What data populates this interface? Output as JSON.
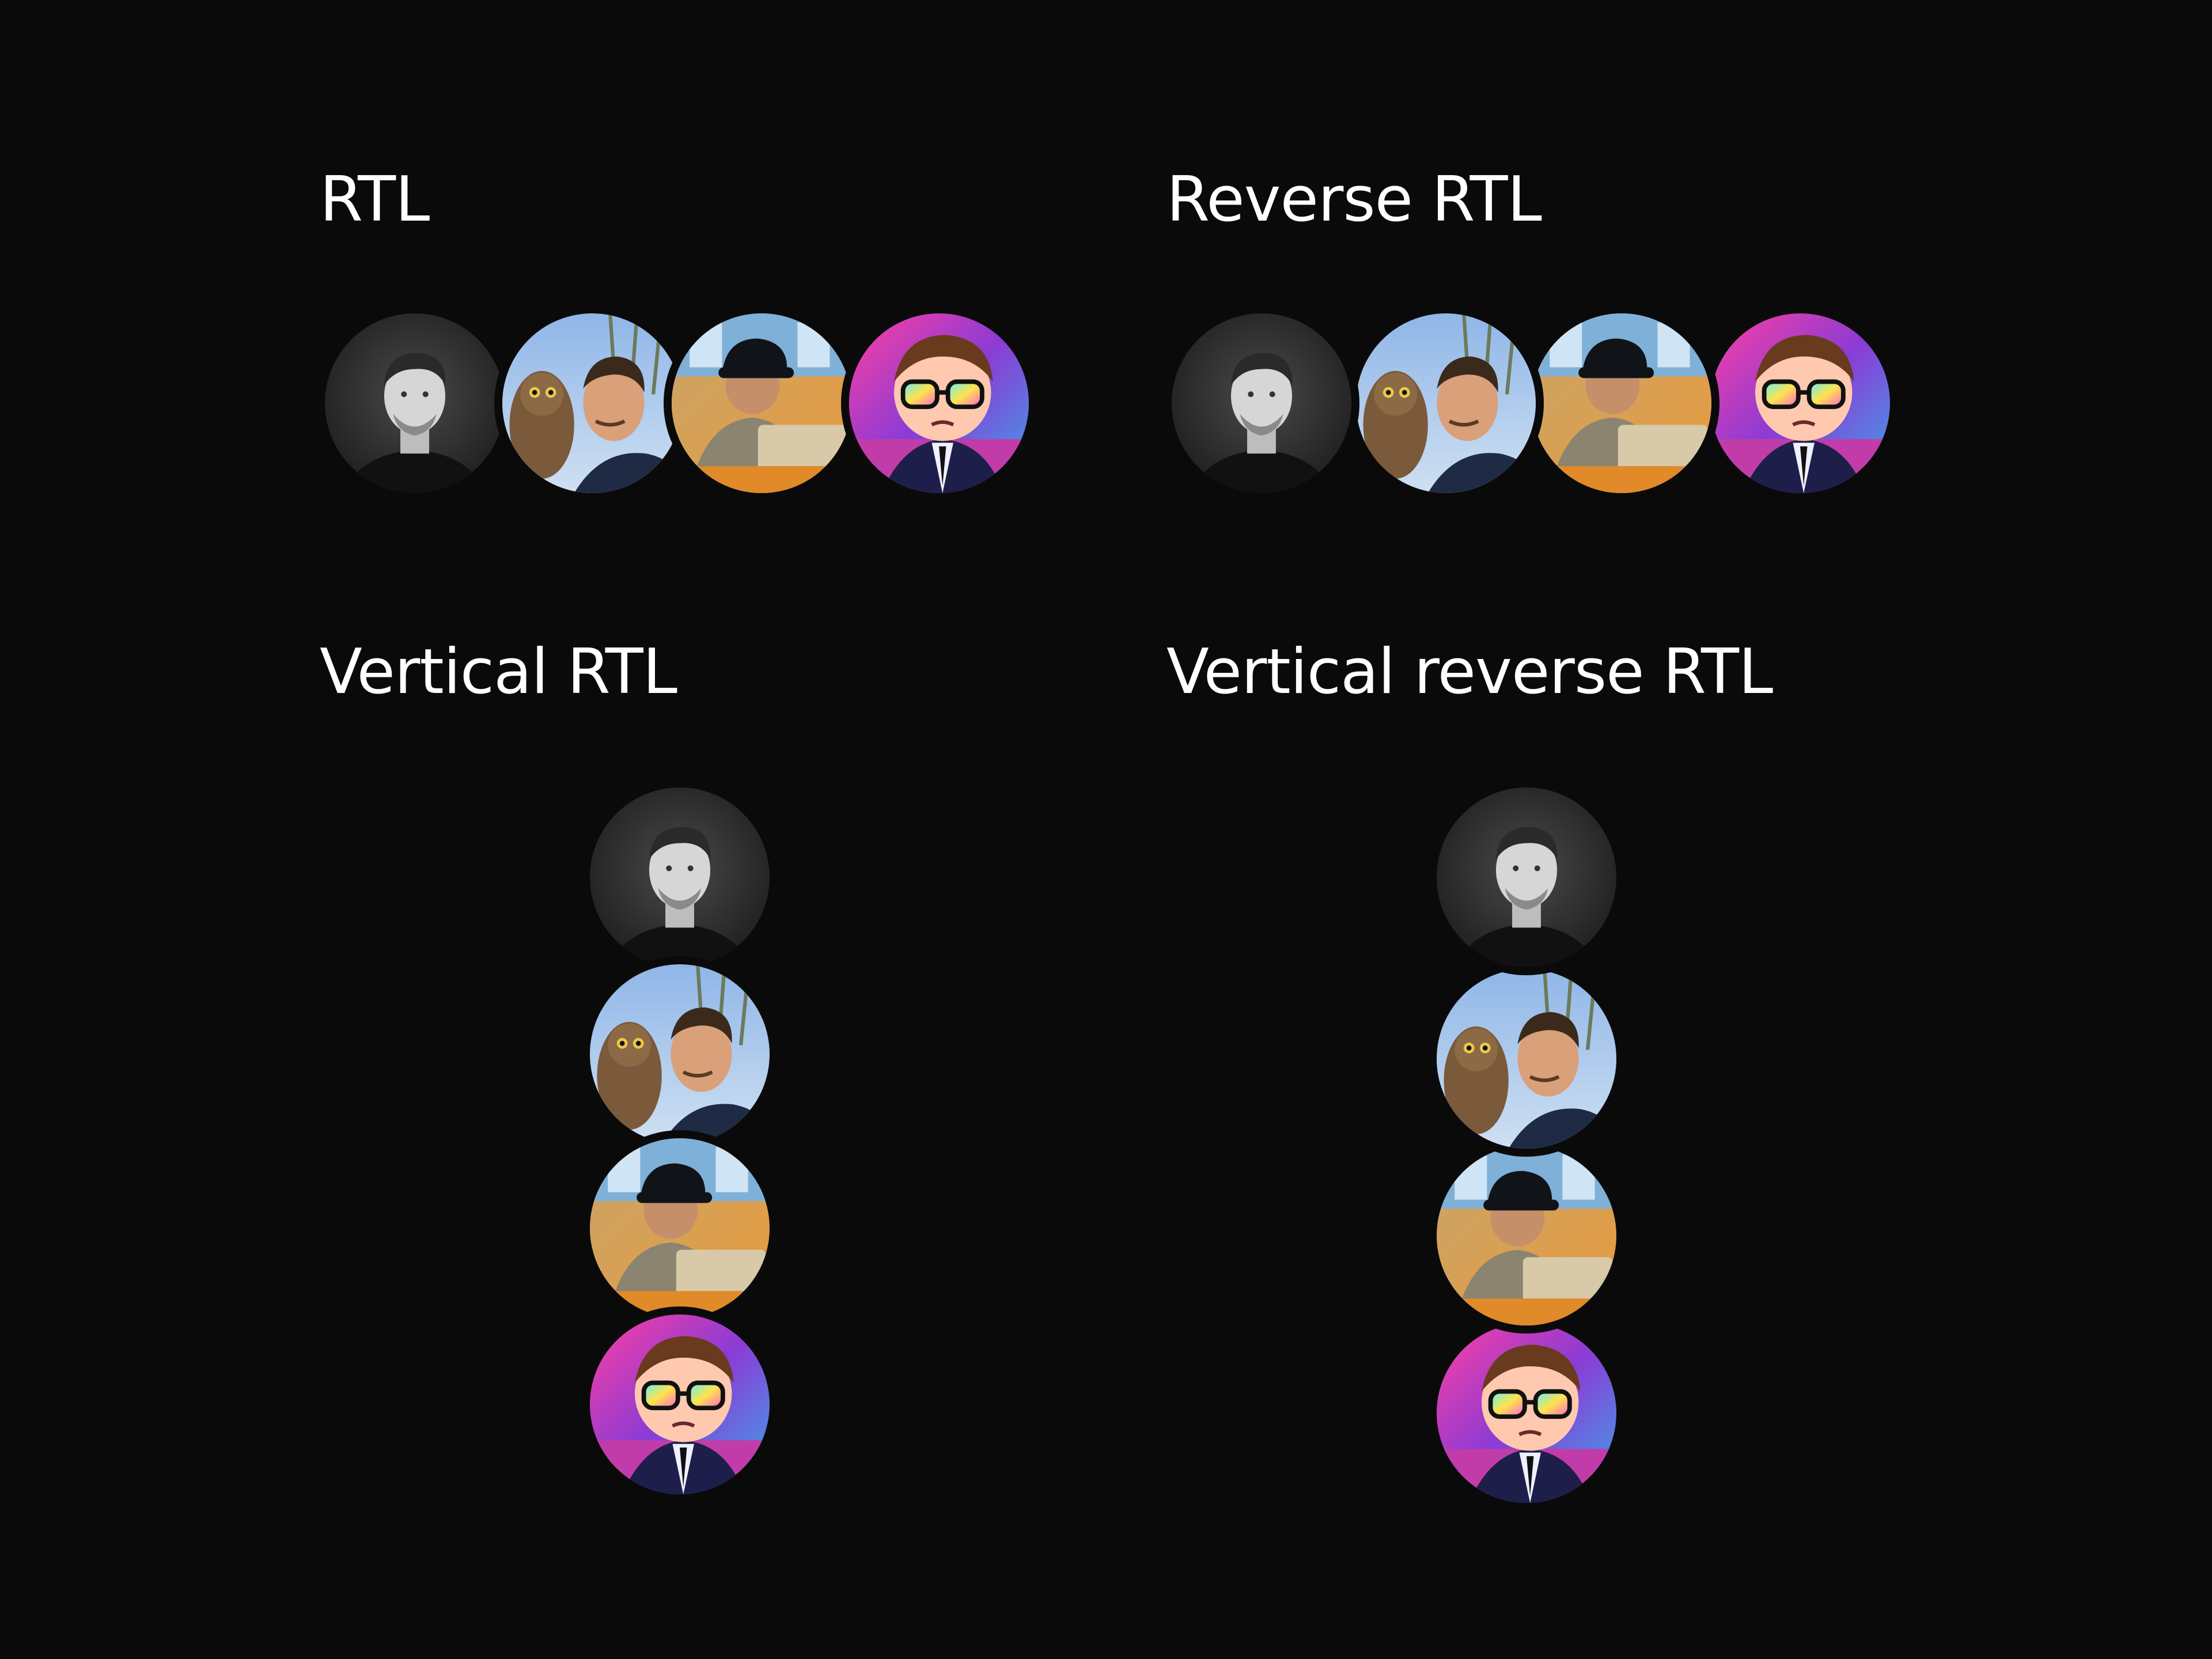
{
  "sections": {
    "rtl": {
      "title": "RTL"
    },
    "reverse_rtl": {
      "title": "Reverse RTL"
    },
    "vertical_rtl": {
      "title": "Vertical RTL"
    },
    "vertical_reverse_rtl": {
      "title": "Vertical reverse RTL"
    }
  },
  "avatars": [
    {
      "name": "avatar-bw-portrait"
    },
    {
      "name": "avatar-man-with-owl"
    },
    {
      "name": "avatar-person-with-cap-laptop"
    },
    {
      "name": "avatar-cartoon-with-sunglasses"
    }
  ],
  "colors": {
    "background": "#0a0a0b",
    "text": "#ffffff"
  }
}
